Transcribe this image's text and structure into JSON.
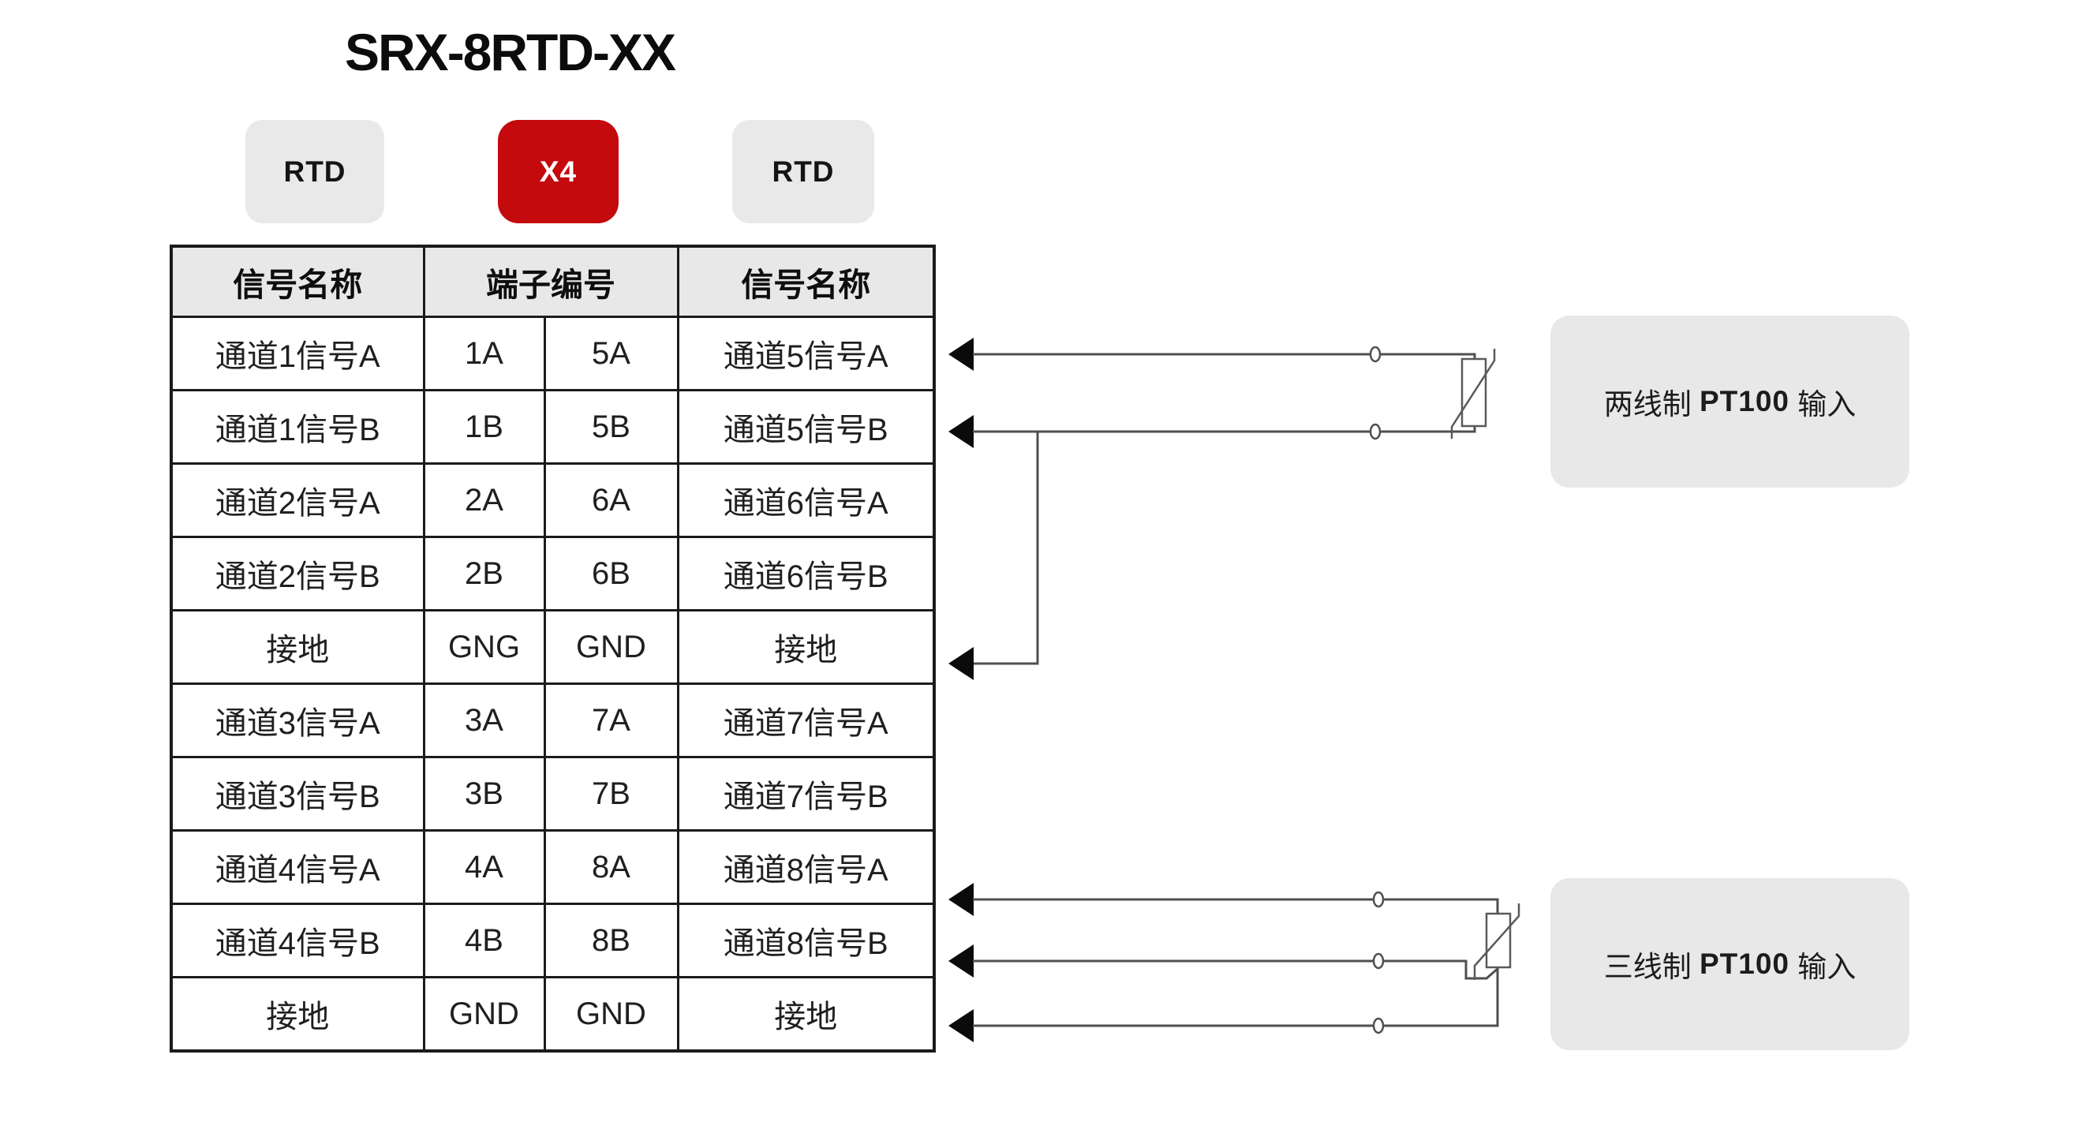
{
  "title": "SRX-8RTD-XX",
  "badges": [
    {
      "label": "RTD",
      "style": "gray"
    },
    {
      "label": "X4",
      "style": "red"
    },
    {
      "label": "RTD",
      "style": "gray"
    }
  ],
  "table": {
    "headers": [
      "信号名称",
      "端子编号",
      "信号名称"
    ],
    "rows": [
      [
        "通道1信号A",
        "1A",
        "5A",
        "通道5信号A"
      ],
      [
        "通道1信号B",
        "1B",
        "5B",
        "通道5信号B"
      ],
      [
        "通道2信号A",
        "2A",
        "6A",
        "通道6信号A"
      ],
      [
        "通道2信号B",
        "2B",
        "6B",
        "通道6信号B"
      ],
      [
        "接地",
        "GNG",
        "GND",
        "接地"
      ],
      [
        "通道3信号A",
        "3A",
        "7A",
        "通道7信号A"
      ],
      [
        "通道3信号B",
        "3B",
        "7B",
        "通道7信号B"
      ],
      [
        "通道4信号A",
        "4A",
        "8A",
        "通道8信号A"
      ],
      [
        "通道4信号B",
        "4B",
        "8B",
        "通道8信号B"
      ],
      [
        "接地",
        "GND",
        "GND",
        "接地"
      ]
    ]
  },
  "annotations": {
    "two_wire": {
      "prefix": "两线制 ",
      "bold": "PT100",
      "suffix": " 输入"
    },
    "three_wire": {
      "prefix": "三线制 ",
      "bold": "PT100",
      "suffix": " 输入"
    }
  },
  "colors": {
    "badge_red": "#c40a0d",
    "badge_gray": "#e9e9e9",
    "header_gray": "#e8e8e8",
    "note_gray": "#e8e8e8",
    "wire": "#4f4f4f",
    "border": "#1b1b1b"
  }
}
